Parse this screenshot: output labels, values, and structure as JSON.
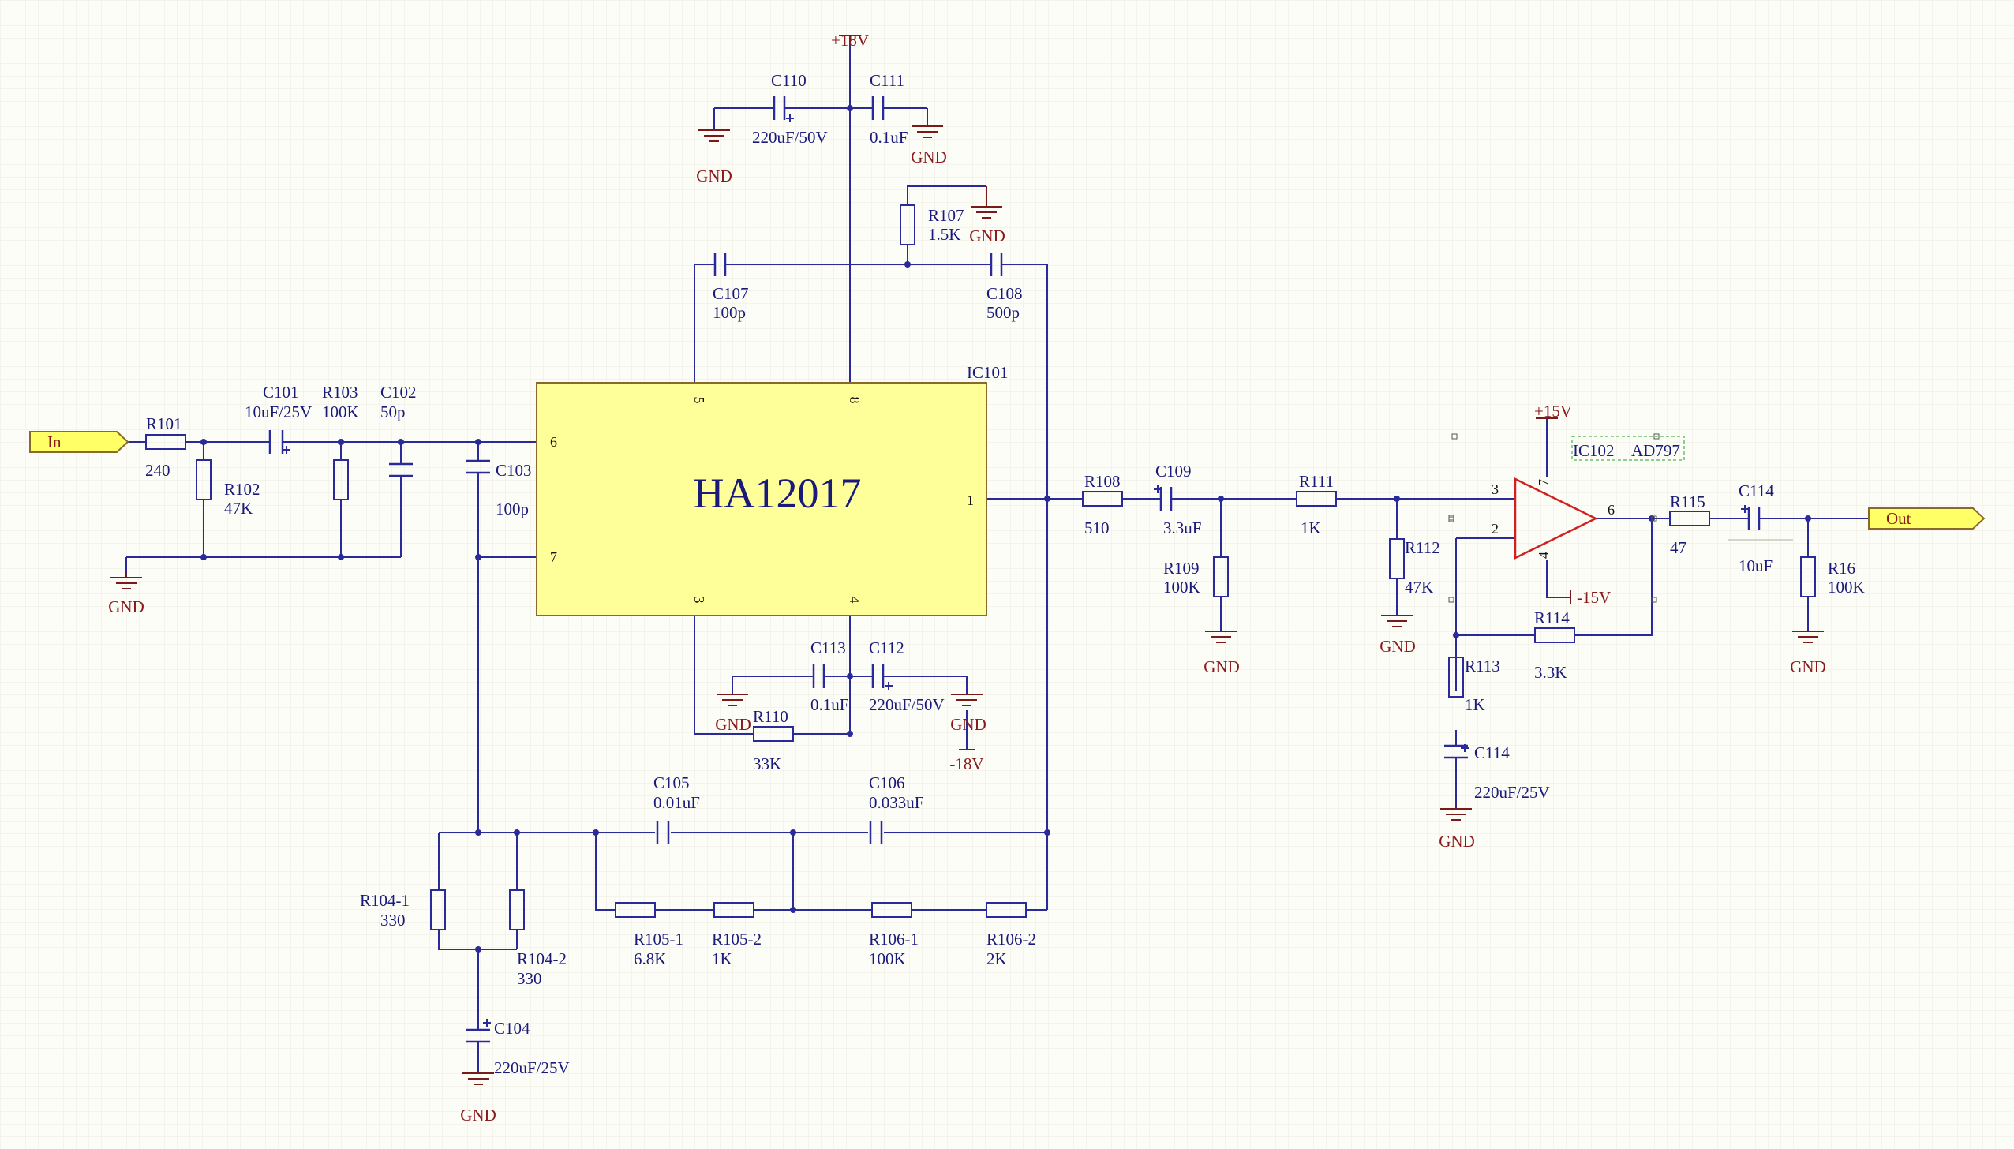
{
  "ic101": {
    "designator": "IC101",
    "part": "HA12017",
    "pins": [
      "5",
      "8",
      "6",
      "7",
      "1",
      "3",
      "4"
    ]
  },
  "ic102": {
    "designator": "IC102",
    "part": "AD797",
    "pins": [
      "3",
      "2",
      "7",
      "4",
      "6"
    ]
  },
  "ports": {
    "in": "In",
    "out": "Out"
  },
  "power": {
    "p18": "+18V",
    "m18": "-18V",
    "p15": "+15V",
    "m15": "-15V",
    "gnd": "GND"
  },
  "parts": {
    "R101": {
      "ref": "R101",
      "val": "240"
    },
    "R102": {
      "ref": "R102",
      "val": "47K"
    },
    "R103": {
      "ref": "R103",
      "val": "100K"
    },
    "C101": {
      "ref": "C101",
      "val": "10uF/25V"
    },
    "C102": {
      "ref": "C102",
      "val": "50p"
    },
    "C103": {
      "ref": "C103",
      "val": "100p"
    },
    "C104": {
      "ref": "C104",
      "val": "220uF/25V"
    },
    "R104_1": {
      "ref": "R104-1",
      "val": "330"
    },
    "R104_2": {
      "ref": "R104-2",
      "val": "330"
    },
    "C105": {
      "ref": "C105",
      "val": "0.01uF"
    },
    "C106": {
      "ref": "C106",
      "val": "0.033uF"
    },
    "R105_1": {
      "ref": "R105-1",
      "val": "6.8K"
    },
    "R105_2": {
      "ref": "R105-2",
      "val": "1K"
    },
    "R106_1": {
      "ref": "R106-1",
      "val": "100K"
    },
    "R106_2": {
      "ref": "R106-2",
      "val": "2K"
    },
    "C107": {
      "ref": "C107",
      "val": "100p"
    },
    "C108": {
      "ref": "C108",
      "val": "500p"
    },
    "R107": {
      "ref": "R107",
      "val": "1.5K"
    },
    "C110": {
      "ref": "C110",
      "val": "220uF/50V"
    },
    "C111": {
      "ref": "C111",
      "val": "0.1uF"
    },
    "C112": {
      "ref": "C112",
      "val": "220uF/50V"
    },
    "C113": {
      "ref": "C113",
      "val": "0.1uF"
    },
    "R110": {
      "ref": "R110",
      "val": "33K"
    },
    "R108": {
      "ref": "R108",
      "val": "510"
    },
    "C109": {
      "ref": "C109",
      "val": "3.3uF"
    },
    "R109": {
      "ref": "R109",
      "val": "100K"
    },
    "R111": {
      "ref": "R111",
      "val": "1K"
    },
    "R112": {
      "ref": "R112",
      "val": "47K"
    },
    "R113": {
      "ref": "R113",
      "val": "1K"
    },
    "C114a": {
      "ref": "C114",
      "val": "220uF/25V"
    },
    "R114": {
      "ref": "R114",
      "val": "3.3K"
    },
    "R115": {
      "ref": "R115",
      "val": "47"
    },
    "C114b": {
      "ref": "C114",
      "val": "10uF"
    },
    "R16": {
      "ref": "R16",
      "val": "100K"
    }
  },
  "colors": {
    "wire": "#2a2a9a",
    "power": "#7a1a1a",
    "ic_fill": "#ffff99",
    "opamp": "#d02020",
    "port_fill": "#ffff66"
  }
}
